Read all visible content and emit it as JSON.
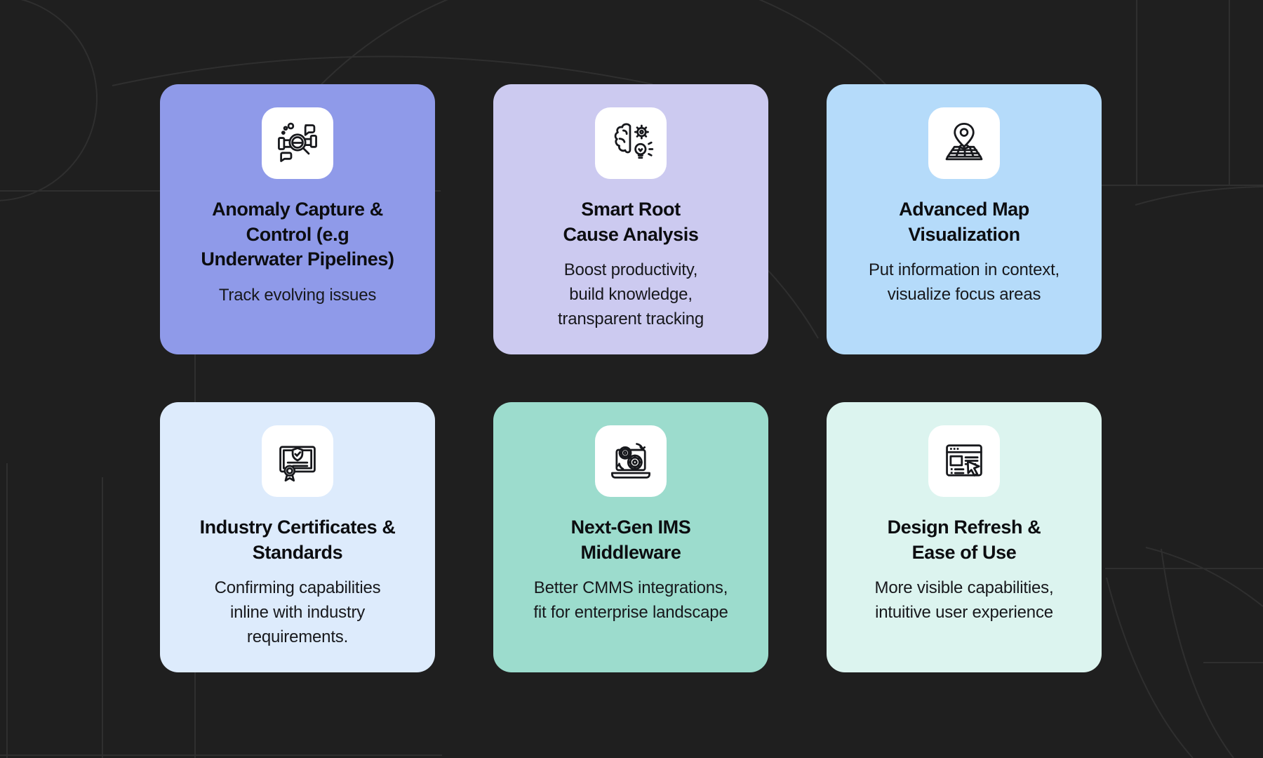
{
  "page": {
    "background_color": "#1f1f1f",
    "decor_line_color": "#2f2f2f",
    "icon_box_color": "#ffffff",
    "title_text_color": "#0c0d10",
    "body_text_color": "#17181c"
  },
  "cards": [
    {
      "id": "anomaly-capture",
      "icon": "magnifier-pipe-anomaly-icon",
      "bg": "#8F9AE9",
      "title": "Anomaly Capture &\nControl (e.g\nUnderwater Pipelines)",
      "description": "Track evolving issues"
    },
    {
      "id": "smart-root-cause",
      "icon": "brain-gear-lightbulb-icon",
      "bg": "#CCCAF0",
      "title": "Smart Root\nCause Analysis",
      "description": "Boost productivity,\nbuild knowledge,\ntransparent tracking"
    },
    {
      "id": "advanced-map",
      "icon": "map-location-pin-icon",
      "bg": "#B5DBFA",
      "title": "Advanced Map\nVisualization",
      "description": "Put information in context,\nvisualize focus areas"
    },
    {
      "id": "industry-certificates",
      "icon": "certificate-shield-icon",
      "bg": "#DDEBFC",
      "title": "Industry Certificates &\nStandards",
      "description": "Confirming capabilities\ninline with industry\nrequirements."
    },
    {
      "id": "ims-middleware",
      "icon": "laptop-gears-sync-icon",
      "bg": "#9CDCCD",
      "title": "Next-Gen IMS\nMiddleware",
      "description": "Better CMMS integrations,\nfit for enterprise landscape"
    },
    {
      "id": "design-refresh",
      "icon": "browser-cursor-icon",
      "bg": "#DCF4EF",
      "title": "Design Refresh &\nEase of Use",
      "description": "More visible capabilities,\nintuitive user experience"
    }
  ]
}
